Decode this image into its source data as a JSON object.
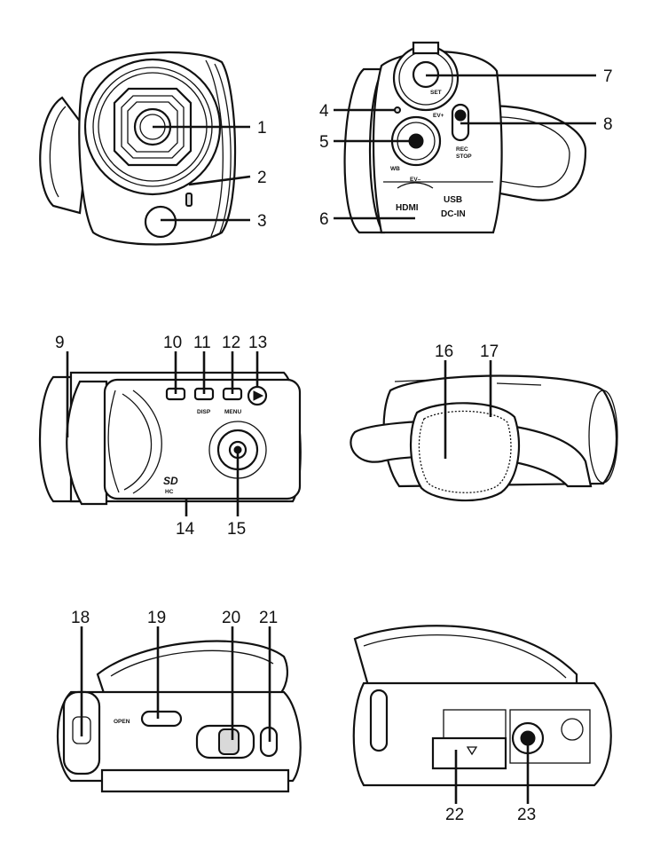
{
  "callouts": [
    "1",
    "2",
    "3",
    "4",
    "5",
    "6",
    "7",
    "8",
    "9",
    "10",
    "11",
    "12",
    "13",
    "14",
    "15",
    "16",
    "17",
    "18",
    "19",
    "20",
    "21",
    "22",
    "23"
  ],
  "panel_text": {
    "ev_plus": "EV+",
    "ev_minus": "EV–",
    "wb": "WB",
    "rec": "REC",
    "stop": "STOP",
    "hdmi": "HDMI",
    "usb": "USB",
    "dc_in": "DC-IN",
    "disp": "DISP",
    "menu": "MENU",
    "sd": "SD",
    "hc": "HC",
    "open": "OPEN",
    "set": "SET"
  }
}
